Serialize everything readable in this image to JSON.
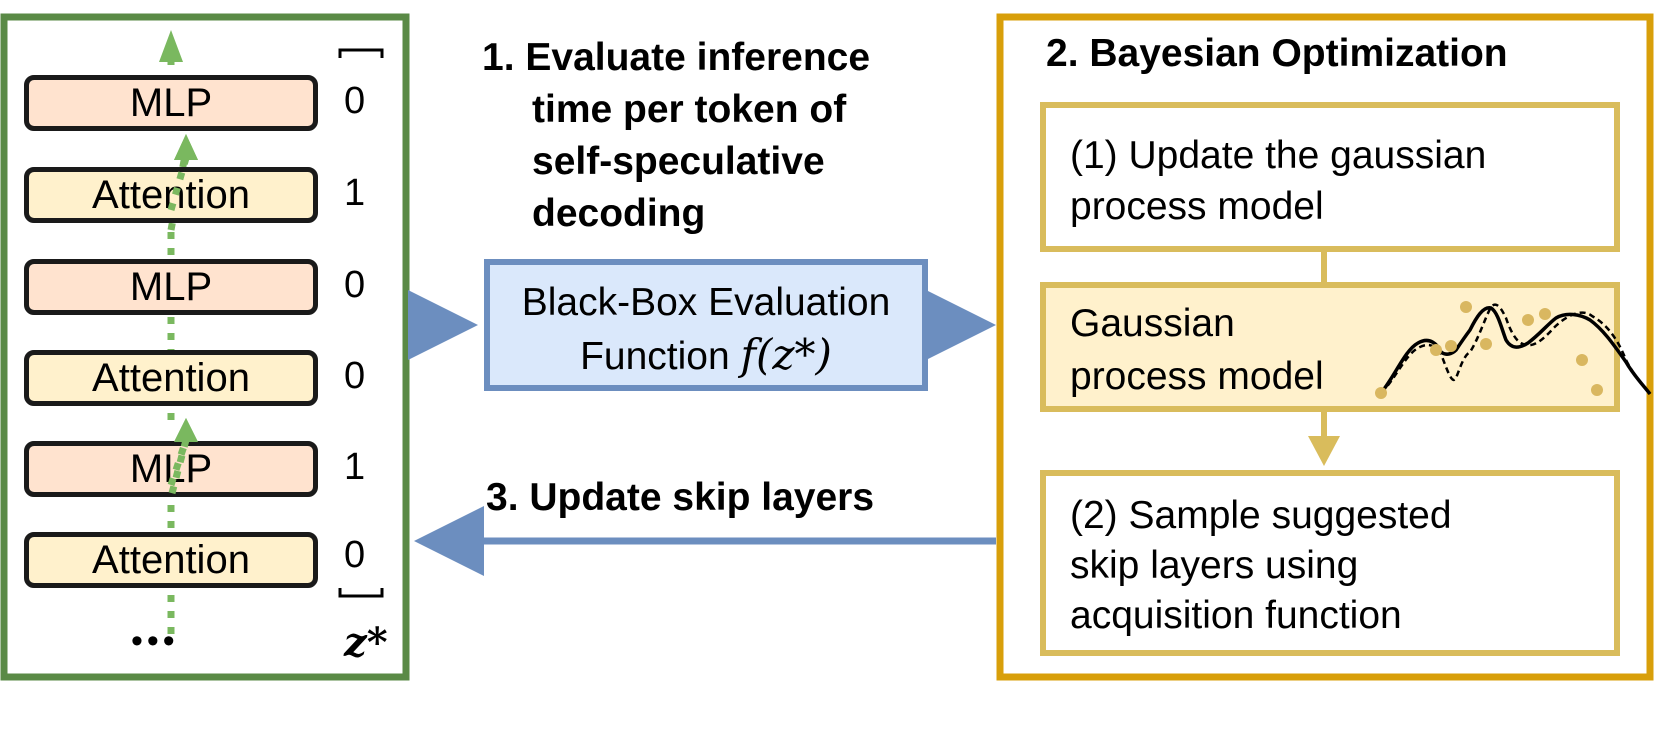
{
  "layers": [
    {
      "name": "MLP",
      "bit": "0",
      "kind": "mlp"
    },
    {
      "name": "Attention",
      "bit": "1",
      "kind": "att"
    },
    {
      "name": "MLP",
      "bit": "0",
      "kind": "mlp"
    },
    {
      "name": "Attention",
      "bit": "0",
      "kind": "att"
    },
    {
      "name": "MLP",
      "bit": "1",
      "kind": "mlp"
    },
    {
      "name": "Attention",
      "bit": "0",
      "kind": "att"
    }
  ],
  "ellipsis": "•••",
  "vector_label": "z*",
  "step1": {
    "line1": "1. Evaluate inference",
    "line2": "time per token of",
    "line3": "self-speculative",
    "line4": "decoding"
  },
  "eval_box": {
    "line1": "Black-Box Evaluation",
    "line2_prefix": "Function ",
    "func": "f(z*)"
  },
  "step3": "3. Update skip layers",
  "step2": "2. Bayesian Optimization",
  "bo": {
    "update_line1": "(1) Update the gaussian",
    "update_line2": "process model",
    "gp_line1": "Gaussian",
    "gp_line2": "process model",
    "sample_line1": "(2) Sample suggested",
    "sample_line2": "skip layers using",
    "sample_line3": "acquisition function"
  },
  "colors": {
    "left_border": "#5a8a46",
    "right_border": "#d89f0a",
    "inner_border": "#d9bc5c",
    "gp_fill": "#fff1cc",
    "mlp_fill": "#ffe3cf",
    "attention_fill": "#fff1cc",
    "eval_fill": "#dae8fb",
    "eval_border": "#6c8ebf",
    "arrow_blue": "#6c8ebf",
    "arrow_green": "#7ab85f",
    "arrow_gold": "#d9bc5c",
    "gp_point": "#d9b760"
  }
}
